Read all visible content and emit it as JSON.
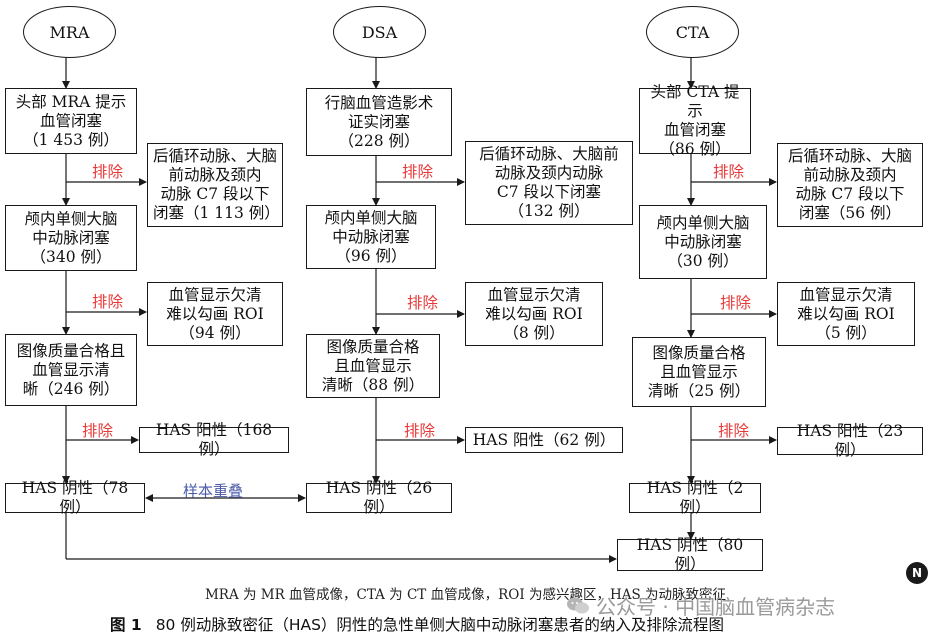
{
  "columns": {
    "mra": {
      "header": "MRA",
      "step1": "头部 MRA 提示\n血管闭塞\n（1 453 例）",
      "excl1_label": "排除",
      "excl1": "后循环动脉、大脑\n前动脉及颈内\n动脉 C7 段以下\n闭塞（1 113 例）",
      "step2": "颅内单侧大脑\n中动脉闭塞\n（340 例）",
      "excl2_label": "排除",
      "excl2": "血管显示欠清\n难以勾画 ROI\n（94 例）",
      "step3": "图像质量合格且\n血管显示清\n晰（246 例）",
      "excl3_label": "排除",
      "excl3": "HAS 阳性（168 例）",
      "step4": "HAS 阴性（78 例）"
    },
    "dsa": {
      "header": "DSA",
      "step1": "行脑血管造影术\n证实闭塞\n（228 例）",
      "excl1_label": "排除",
      "excl1": "后循环动脉、大脑前\n动脉及颈内动脉\nC7 段以下闭塞\n（132 例）",
      "step2": "颅内单侧大脑\n中动脉闭塞\n（96 例）",
      "excl2_label": "排除",
      "excl2": "血管显示欠清\n难以勾画 ROI\n（8 例）",
      "step3": "图像质量合格\n且血管显示\n清晰（88 例）",
      "excl3_label": "排除",
      "excl3": "HAS 阳性（62 例）",
      "step4": "HAS 阴性（26 例）"
    },
    "cta": {
      "header": "CTA",
      "step1": "头部 CTA 提示\n血管闭塞\n（86 例）",
      "excl1_label": "排除",
      "excl1": "后循环动脉、大脑\n前动脉及颈内\n动脉 C7 段以下\n闭塞（56 例）",
      "step2": "颅内单侧大脑\n中动脉闭塞\n（30 例）",
      "excl2_label": "排除",
      "excl2": "血管显示欠清\n难以勾画 ROI\n（5 例）",
      "step3": "图像质量合格\n且血管显示\n清晰（25 例）",
      "excl3_label": "排除",
      "excl3": "HAS 阳性（23 例）",
      "step4": "HAS 阴性（2 例）"
    }
  },
  "overlap_label": "样本重叠",
  "final": "HAS 阴性（80 例）",
  "note": "MRA 为 MR 血管成像，CTA 为 CT 血管成像，ROI 为感兴趣区，HAS 为动脉致密征",
  "caption_num": "图 1",
  "caption_text": "80 例动脉致密征（HAS）阴性的急性单侧大脑中动脉闭塞患者的纳入及排除流程图",
  "watermark": "公众号 · 中国脑血管病杂志",
  "logo_text": "N",
  "colors": {
    "exclude": "#e83a3a",
    "overlap": "#4a5aa8",
    "line": "#1a1a1a"
  }
}
